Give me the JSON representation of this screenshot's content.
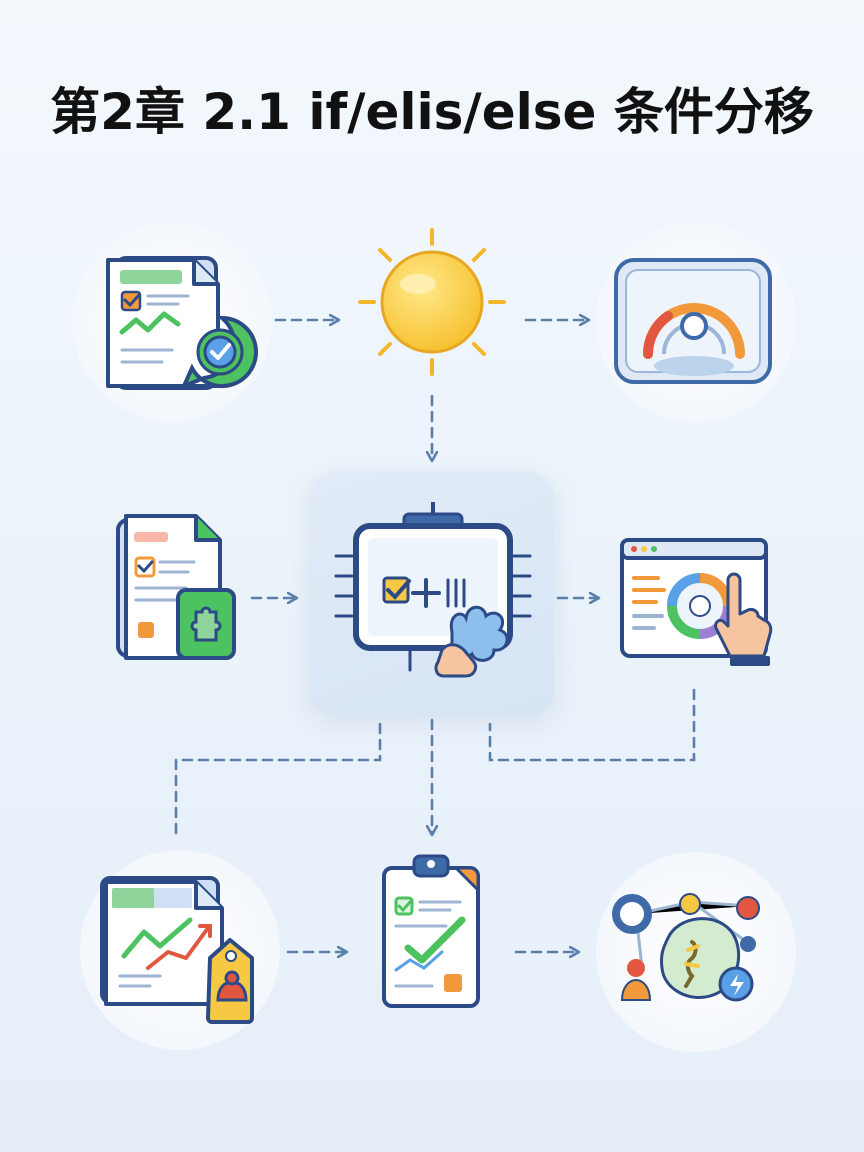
{
  "title": "第2章 2.1 if/elis/else 条件分移",
  "colors": {
    "navy": "#2c4a86",
    "arrow": "#5a7fab",
    "green": "#4cc261",
    "orange": "#f29a3b",
    "yellow": "#f7c843",
    "red": "#e2573f",
    "blue": "#5aa0e6"
  },
  "nodes": [
    {
      "id": "report-check",
      "icon": "checked-report-icon"
    },
    {
      "id": "sun",
      "icon": "sun-icon"
    },
    {
      "id": "gauge",
      "icon": "gauge-icon"
    },
    {
      "id": "doc-puzzle",
      "icon": "document-puzzle-icon"
    },
    {
      "id": "processor",
      "icon": "processor-panel-icon"
    },
    {
      "id": "dashboard",
      "icon": "dashboard-touch-icon"
    },
    {
      "id": "chart-tag",
      "icon": "chart-tag-icon"
    },
    {
      "id": "clipboard",
      "icon": "clipboard-check-icon"
    },
    {
      "id": "network",
      "icon": "network-people-icon"
    }
  ]
}
